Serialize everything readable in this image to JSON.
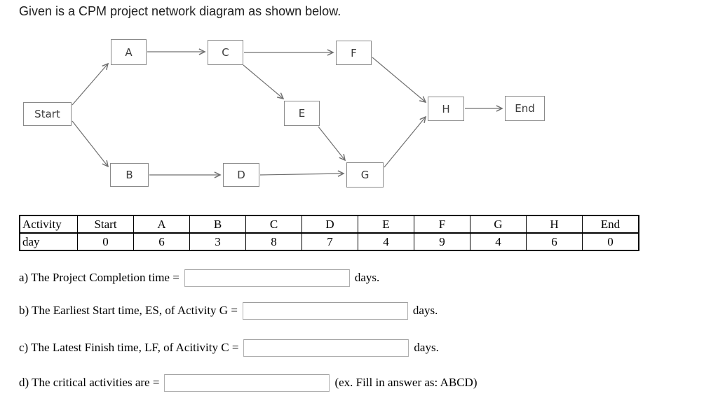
{
  "title": "Given is a CPM project network diagram as shown below.",
  "diagram": {
    "nodes": [
      {
        "id": "Start",
        "label": "Start"
      },
      {
        "id": "A",
        "label": "A"
      },
      {
        "id": "B",
        "label": "B"
      },
      {
        "id": "C",
        "label": "C"
      },
      {
        "id": "D",
        "label": "D"
      },
      {
        "id": "E",
        "label": "E"
      },
      {
        "id": "F",
        "label": "F"
      },
      {
        "id": "G",
        "label": "G"
      },
      {
        "id": "H",
        "label": "H"
      },
      {
        "id": "End",
        "label": "End"
      }
    ],
    "edges": [
      {
        "from": "Start",
        "to": "A"
      },
      {
        "from": "Start",
        "to": "B"
      },
      {
        "from": "A",
        "to": "C"
      },
      {
        "from": "C",
        "to": "F"
      },
      {
        "from": "C",
        "to": "E"
      },
      {
        "from": "B",
        "to": "D"
      },
      {
        "from": "D",
        "to": "G"
      },
      {
        "from": "E",
        "to": "G"
      },
      {
        "from": "F",
        "to": "H"
      },
      {
        "from": "G",
        "to": "H"
      },
      {
        "from": "H",
        "to": "End"
      }
    ]
  },
  "table": {
    "header": [
      "Activity",
      "Start",
      "A",
      "B",
      "C",
      "D",
      "E",
      "F",
      "G",
      "H",
      "End"
    ],
    "row_label": "day",
    "values": [
      "0",
      "6",
      "3",
      "8",
      "7",
      "4",
      "9",
      "4",
      "6",
      "0"
    ]
  },
  "questions": [
    {
      "id": "a",
      "prefix": "a) The Project Completion time =",
      "suffix": "days.",
      "input_value": ""
    },
    {
      "id": "b",
      "prefix": "b) The Earliest Start time, ES, of Activity G =",
      "suffix": "days.",
      "input_value": ""
    },
    {
      "id": "c",
      "prefix": "c) The Latest Finish time, LF, of Acitivity C =",
      "suffix": "days.",
      "input_value": ""
    },
    {
      "id": "d",
      "prefix": "d) The critical activities are =",
      "suffix": "(ex. Fill in answer as: ABCD)",
      "input_value": ""
    }
  ],
  "colors": {
    "background": "#ffffff",
    "text": "#000000",
    "node_border": "#8a8a8a",
    "arrow": "#707070",
    "table_border": "#000000",
    "input_border": "#b0b0b0"
  }
}
